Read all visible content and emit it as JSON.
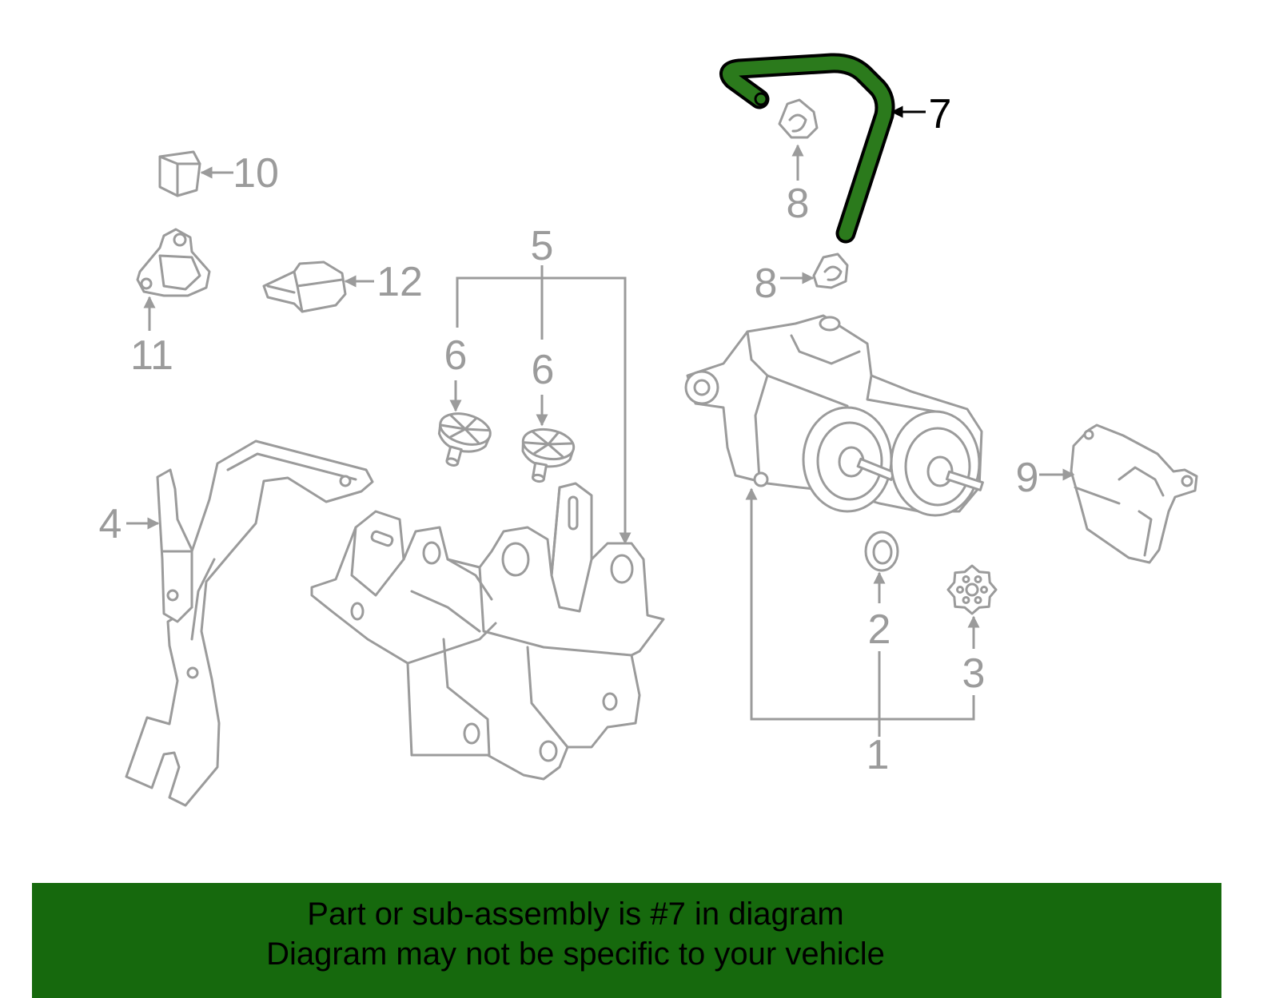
{
  "callouts": [
    "1",
    "2",
    "3",
    "4",
    "5",
    "6",
    "6",
    "7",
    "8",
    "8",
    "9",
    "10",
    "11",
    "12"
  ],
  "banner": {
    "line1": "Part or sub-assembly is #7 in diagram",
    "line2": "Diagram may not be specific to your vehicle"
  },
  "colors": {
    "outline": "#9b9b9b",
    "highlight": "#2b7a1c",
    "highlight_outline": "#000000",
    "banner": "#16690d",
    "active_callout": "#000000"
  }
}
